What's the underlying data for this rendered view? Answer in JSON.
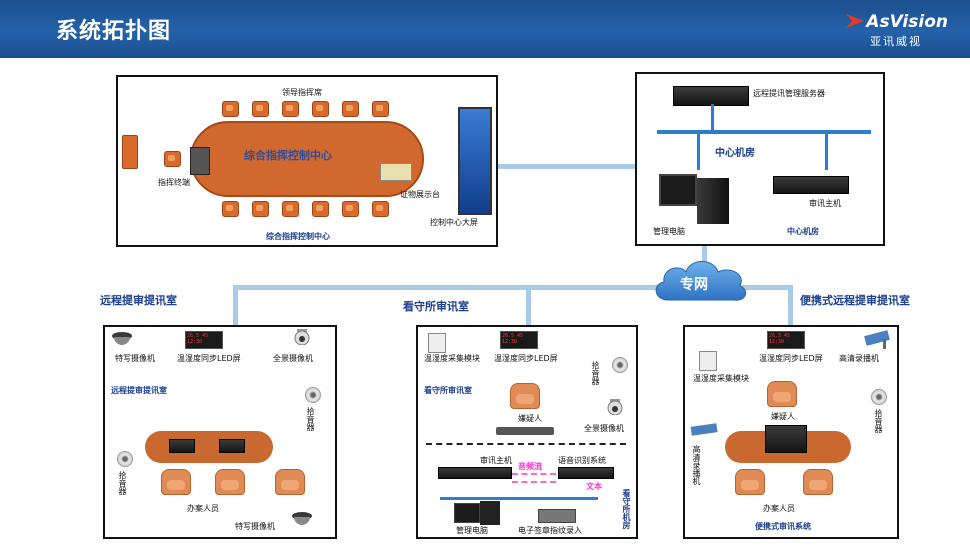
{
  "header": {
    "title": "系统拓扑图",
    "logo_en": "AsVision",
    "logo_cn": "亚讯威视"
  },
  "command_center": {
    "leader_seats_label": "领导指挥席",
    "table_label": "综合指挥控制中心",
    "terminal_label": "指挥终端",
    "evidence_label": "证物展示台",
    "screen_label": "控制中心大屏",
    "caption": "综合指挥控制中心"
  },
  "machine_room": {
    "server_label": "远程提讯管理服务器",
    "bus_label": "中心机房",
    "pc_label": "管理电脑",
    "host_label": "审讯主机",
    "caption": "中心机房"
  },
  "network": {
    "cloud_label": "专网"
  },
  "sections": {
    "remote": "远程提审提讯室",
    "detention": "看守所审讯室",
    "portable": "便携式远程提审提讯室"
  },
  "remote_room": {
    "closeup_camera_top": "特写摄像机",
    "led_label": "温湿度同步LED屏",
    "panorama_camera": "全景摄像机",
    "room_label": "远程提审提讯室",
    "pickup_right": "拾音器",
    "pickup_left": "拾音器",
    "staff_label": "办案人员",
    "closeup_camera_bottom": "特写摄像机"
  },
  "detention_room": {
    "sensor_label": "温湿度采集模块",
    "led_label": "温湿度同步LED屏",
    "pickup_label": "拾音器",
    "room_label": "看守所审讯室",
    "suspect_label": "嫌疑人",
    "panorama_camera": "全景摄像机",
    "host_label": "审讯主机",
    "speech_label": "语音识别系统",
    "audio_flow": "音频流",
    "text_flow": "文本",
    "pc_label": "管理电脑",
    "sign_label": "电子签章指纹录入",
    "side_caption": "看守所机房"
  },
  "portable_room": {
    "led_label": "温湿度同步LED屏",
    "hd_camera_top": "高清录播机",
    "sensor_label": "温湿度采集模块",
    "suspect_label": "嫌疑人",
    "pickup_label": "拾音器",
    "hd_camera_side": "高清录播机",
    "staff_label": "办案人员",
    "caption": "便携式审讯系统"
  },
  "colors": {
    "header": "#2462aa",
    "link_line": "#a9cbe8",
    "table": "#d1692f",
    "accent_text": "#1c3f8f"
  }
}
